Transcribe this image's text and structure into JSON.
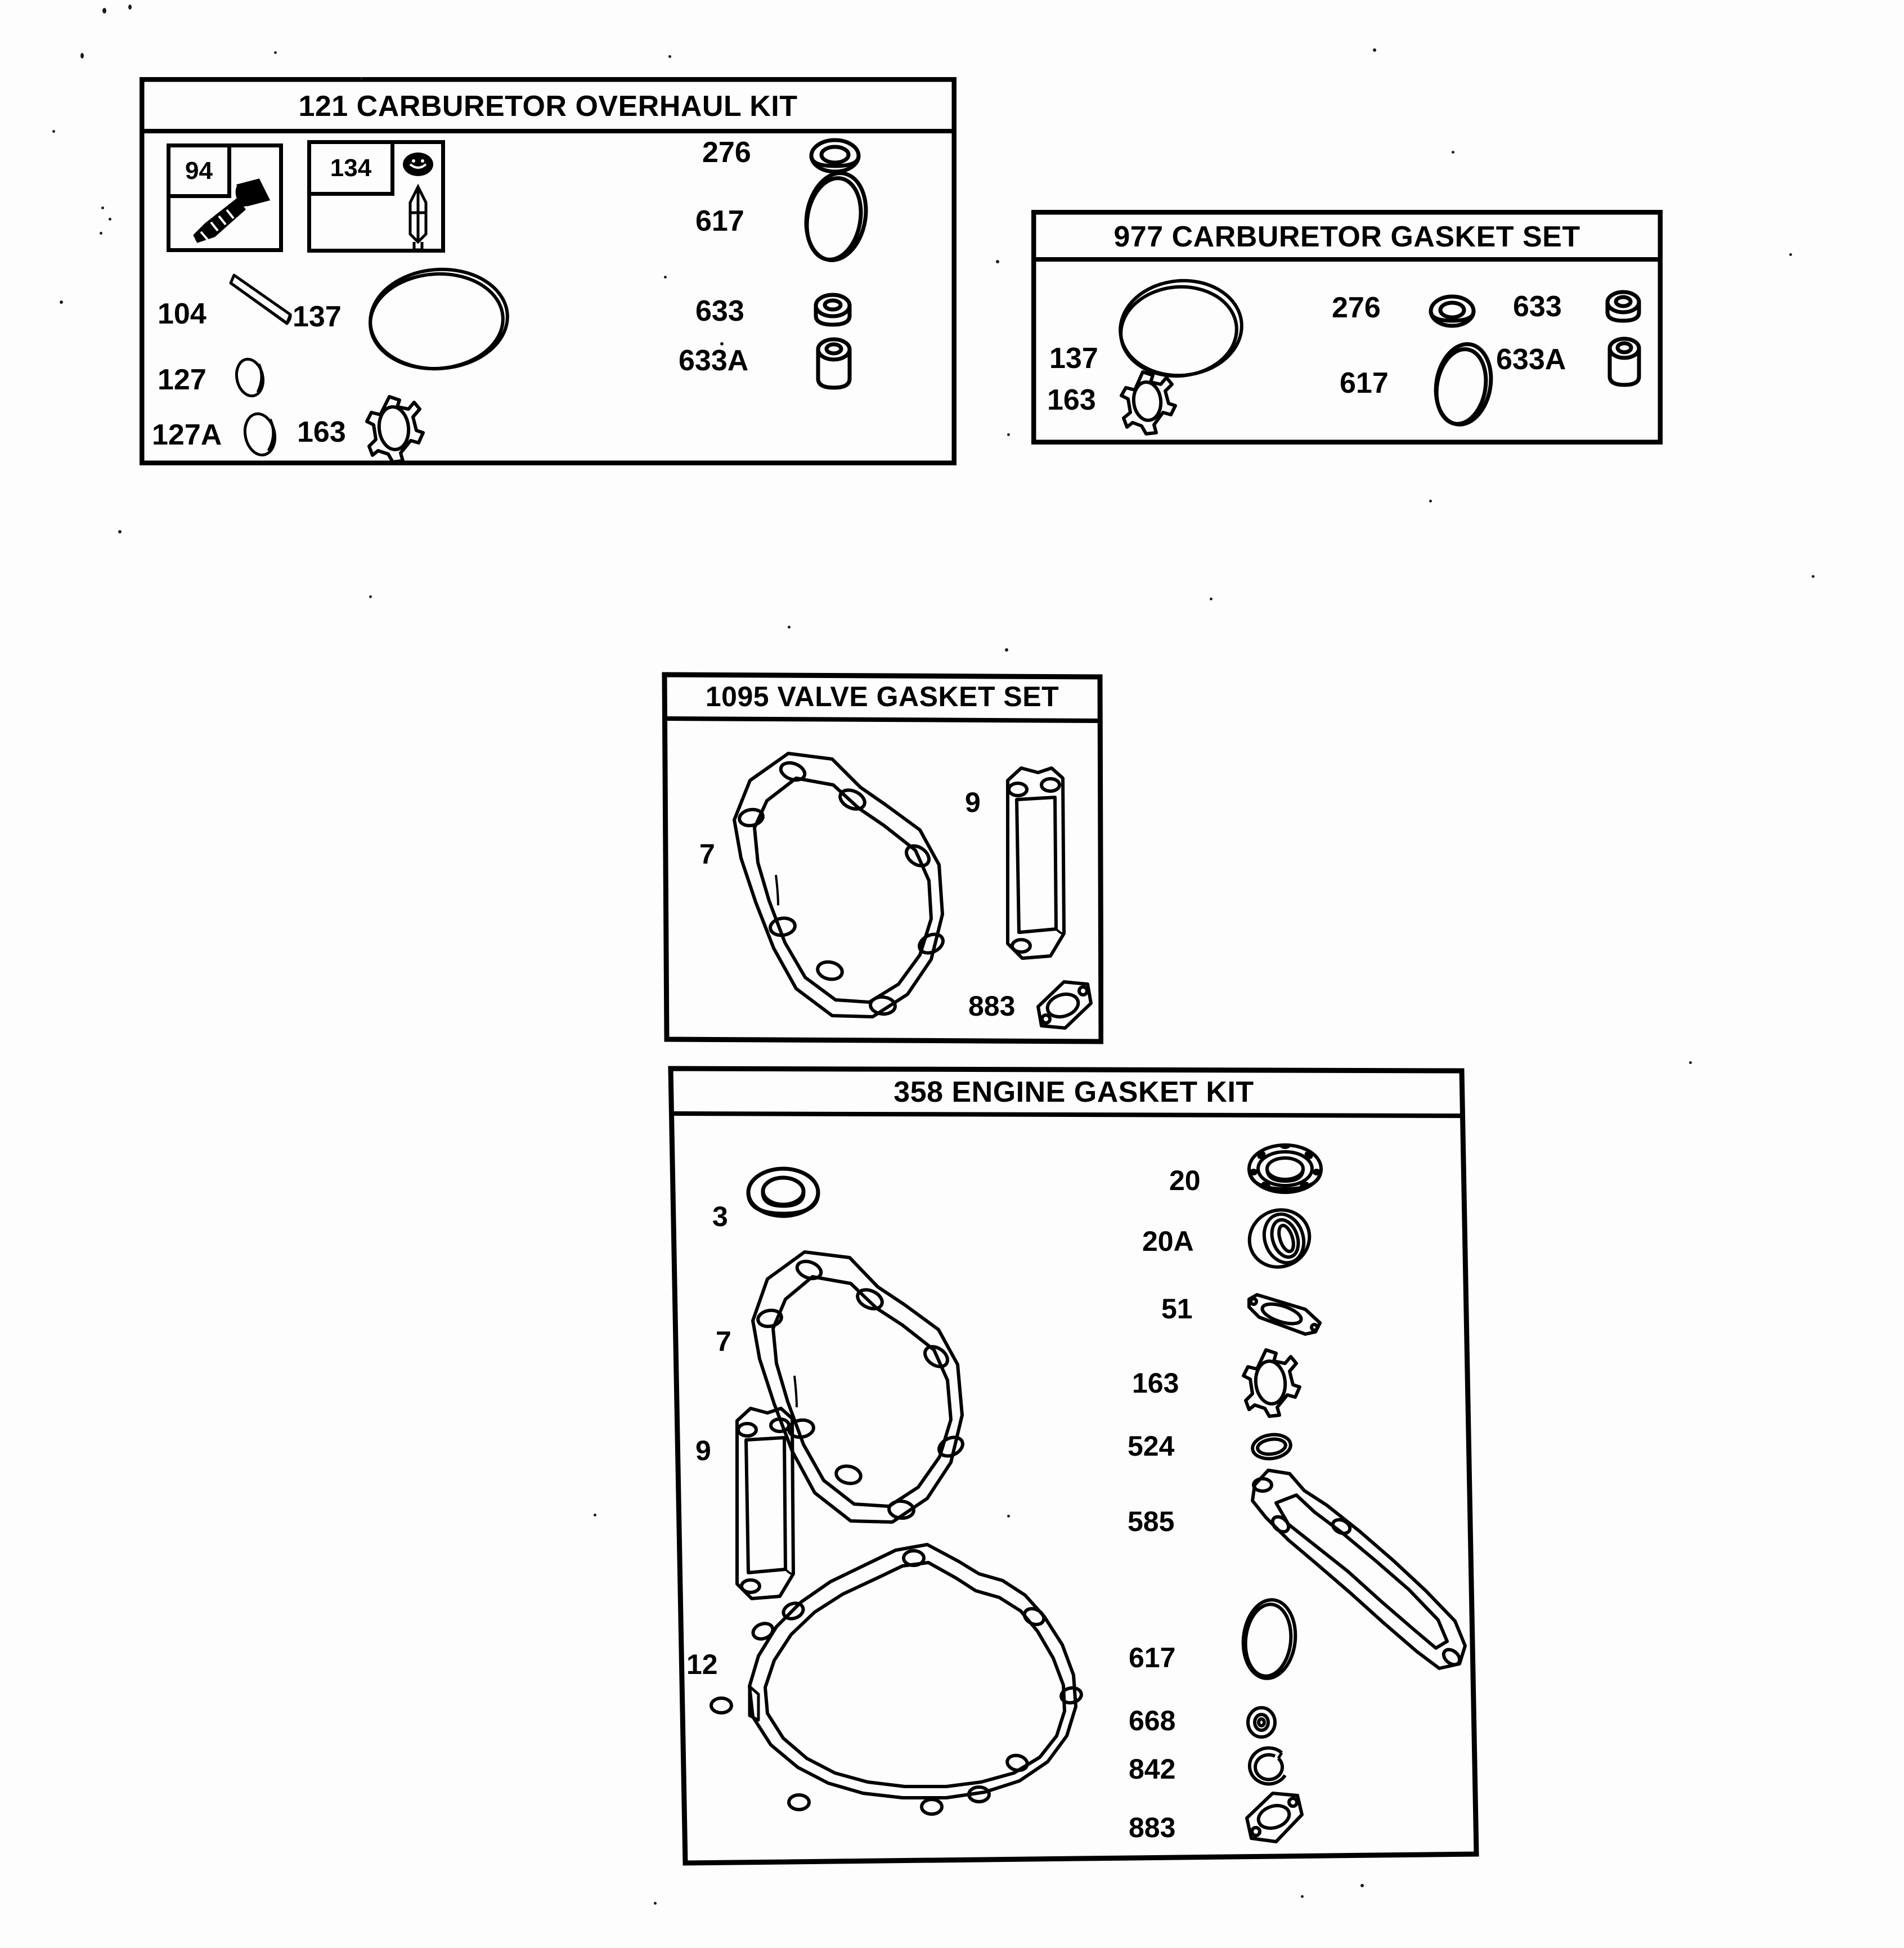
{
  "document": {
    "kind": "parts-diagram",
    "background_color": "#ffffff",
    "line_color": "#000000"
  },
  "panels": [
    {
      "id": "carburetor-overhaul-kit",
      "title": "121 CARBURETOR OVERHAUL KIT",
      "insets": [
        {
          "tag": "94",
          "art": "screw-and-nut"
        },
        {
          "tag": "134",
          "art": "needle-valve-and-seat"
        }
      ],
      "parts": [
        {
          "number": "104",
          "art": "dowel-pin"
        },
        {
          "number": "127",
          "art": "small-disc"
        },
        {
          "number": "127A",
          "art": "small-disc"
        },
        {
          "number": "137",
          "art": "large-o-ring"
        },
        {
          "number": "163",
          "art": "intake-gasket"
        },
        {
          "number": "276",
          "art": "seal-ring"
        },
        {
          "number": "617",
          "art": "oval-o-ring"
        },
        {
          "number": "633",
          "art": "bushing-short"
        },
        {
          "number": "633A",
          "art": "bushing-tall"
        }
      ]
    },
    {
      "id": "carburetor-gasket-set",
      "title": "977 CARBURETOR GASKET SET",
      "insets": [],
      "parts": [
        {
          "number": "137",
          "art": "large-o-ring"
        },
        {
          "number": "163",
          "art": "intake-gasket"
        },
        {
          "number": "276",
          "art": "seal-ring"
        },
        {
          "number": "617",
          "art": "oval-o-ring"
        },
        {
          "number": "633",
          "art": "bushing-short"
        },
        {
          "number": "633A",
          "art": "bushing-tall"
        }
      ]
    },
    {
      "id": "valve-gasket-set",
      "title": "1095 VALVE GASKET SET",
      "insets": [],
      "parts": [
        {
          "number": "7",
          "art": "cylinder-head-gasket"
        },
        {
          "number": "9",
          "art": "valve-cover-gasket"
        },
        {
          "number": "883",
          "art": "exhaust-gasket"
        }
      ]
    },
    {
      "id": "engine-gasket-kit",
      "title": "358 ENGINE GASKET KIT",
      "insets": [],
      "parts": [
        {
          "number": "3",
          "art": "oil-seal"
        },
        {
          "number": "7",
          "art": "cylinder-head-gasket"
        },
        {
          "number": "9",
          "art": "valve-cover-gasket"
        },
        {
          "number": "12",
          "art": "crankcase-gasket"
        },
        {
          "number": "20",
          "art": "ball-bearing"
        },
        {
          "number": "20A",
          "art": "oil-seal-ring"
        },
        {
          "number": "51",
          "art": "breather-gasket"
        },
        {
          "number": "163",
          "art": "intake-gasket"
        },
        {
          "number": "524",
          "art": "small-o-ring"
        },
        {
          "number": "585",
          "art": "long-gasket"
        },
        {
          "number": "617",
          "art": "oval-o-ring"
        },
        {
          "number": "668",
          "art": "tiny-washer"
        },
        {
          "number": "842",
          "art": "retaining-ring"
        },
        {
          "number": "883",
          "art": "exhaust-gasket"
        }
      ]
    }
  ]
}
